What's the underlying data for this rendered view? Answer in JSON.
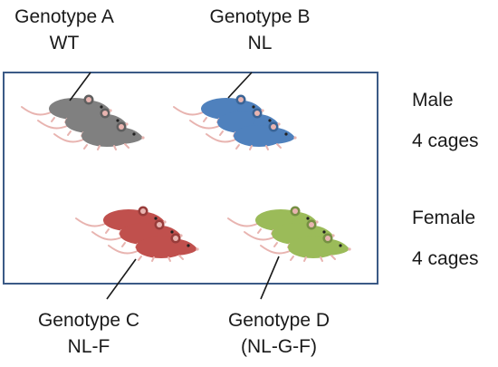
{
  "groups": [
    {
      "genotype": "Genotype A",
      "strain": "WT",
      "color": "#808080",
      "shade": "#5f5f5f"
    },
    {
      "genotype": "Genotype B",
      "strain": "NL",
      "color": "#4f81bd",
      "shade": "#3a6496"
    },
    {
      "genotype": "Genotype C",
      "strain": "NL-F",
      "color": "#c0504d",
      "shade": "#983c3a"
    },
    {
      "genotype": "Genotype D",
      "strain": "(NL-G-F)",
      "color": "#9bbb59",
      "shade": "#768f43"
    }
  ],
  "sex_rows": [
    {
      "sex": "Male",
      "cages": "4 cages"
    },
    {
      "sex": "Female",
      "cages": "4 cages"
    }
  ],
  "colors": {
    "enclosure_border": "#3b5a86",
    "pointer_line": "#1a1a1a",
    "tail": "#e8b4b0"
  }
}
